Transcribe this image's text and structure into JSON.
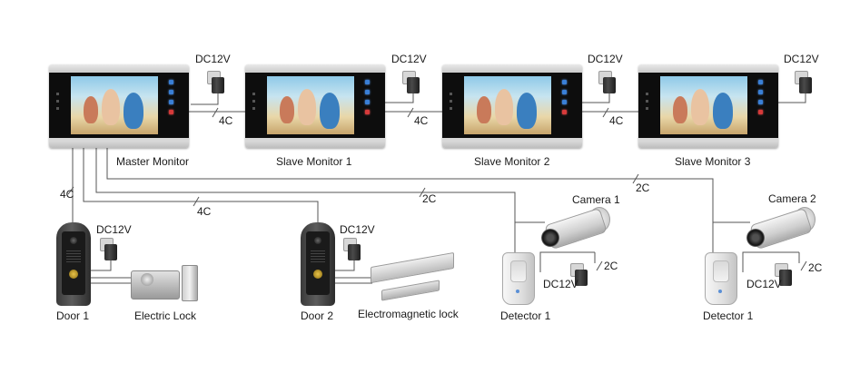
{
  "monitors": {
    "master": "Master Monitor",
    "slave1": "Slave Monitor 1",
    "slave2": "Slave Monitor 2",
    "slave3": "Slave Monitor 3"
  },
  "power": {
    "label": "DC12V"
  },
  "wires": {
    "four_core": "4C",
    "two_core": "2C"
  },
  "devices": {
    "door1": "Door 1",
    "door2": "Door 2",
    "electric_lock": "Electric Lock",
    "electromagnetic_lock": "Electromagnetic lock",
    "camera1": "Camera 1",
    "camera2": "Camera 2",
    "detector_a": "Detector 1",
    "detector_b": "Detector 1"
  },
  "colors": {
    "wire": "#555555",
    "screen_frame": "#0d0d0d",
    "housing": "#d4d4d4"
  }
}
